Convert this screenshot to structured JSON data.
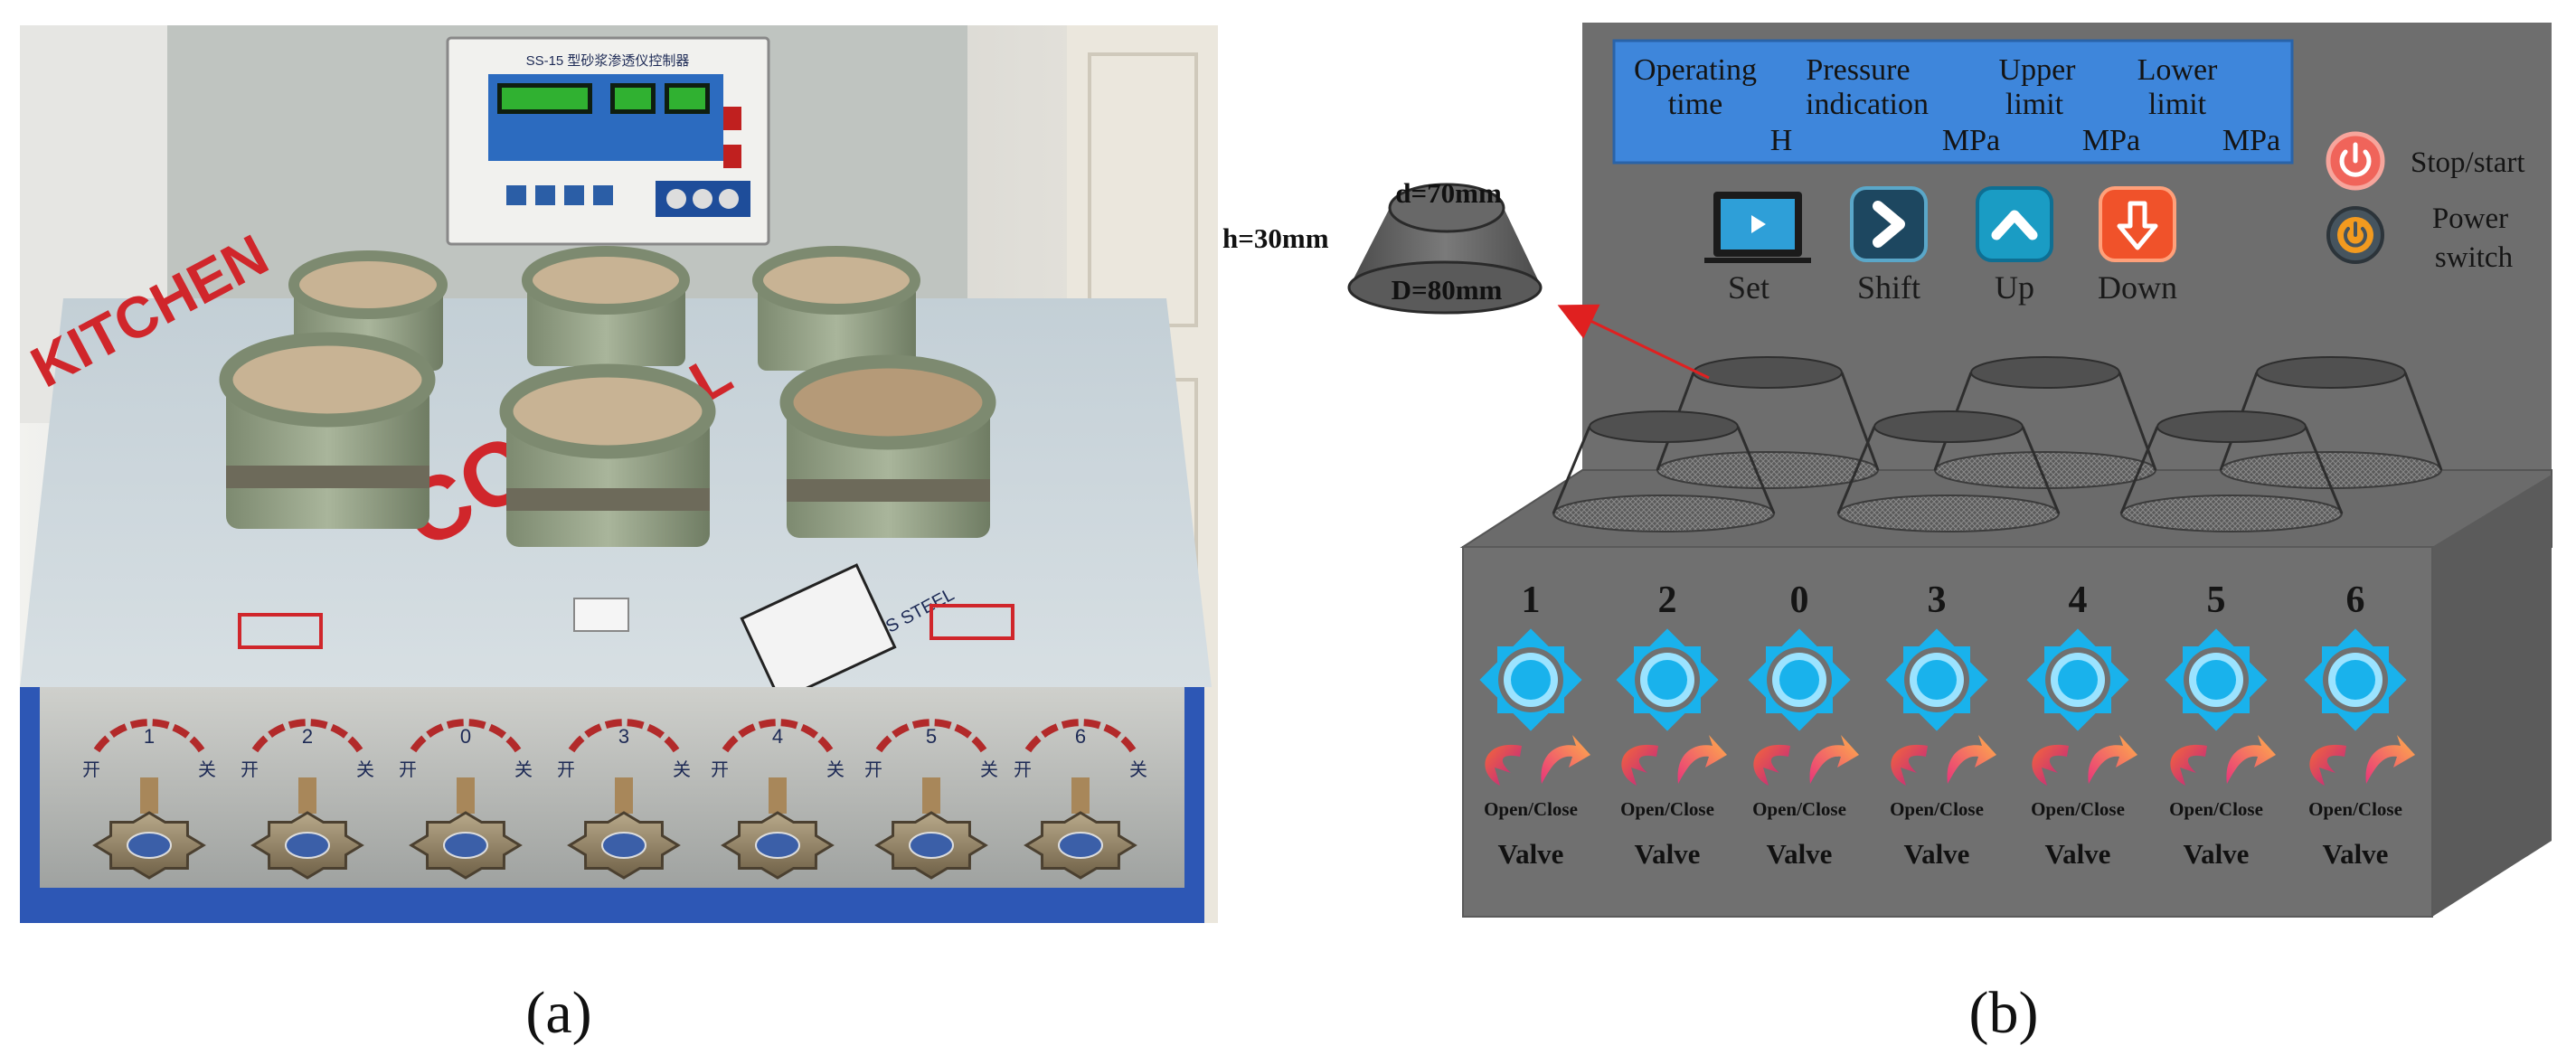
{
  "captions": {
    "a": "(a)",
    "b": "(b)"
  },
  "photo": {
    "controller_model": "SS-15 型砂浆渗透仪控制器",
    "sign_top": "KITCHEN",
    "sign_main": "CO",
    "sign_mid": "AL",
    "steel_label": "STAINLESS STEEL",
    "dial_numbers": [
      "1",
      "2",
      "0",
      "3",
      "4",
      "5",
      "6"
    ],
    "dial_left": "开",
    "dial_right": "关"
  },
  "diagram": {
    "display": {
      "col1": {
        "line1": "Operating",
        "line2": "time",
        "unit": "H"
      },
      "col2": {
        "line1": "Pressure",
        "line2": "indication",
        "unit": "MPa"
      },
      "col3": {
        "line1": "Upper",
        "line2": "limit",
        "unit": "MPa"
      },
      "col4": {
        "line1": "Lower",
        "line2": "limit",
        "unit": "MPa"
      }
    },
    "buttons": [
      {
        "label": "Set",
        "icon": "monitor-icon",
        "color": "#2e9fd8"
      },
      {
        "label": "Shift",
        "icon": "chevron-right-icon",
        "color": "#1d4760"
      },
      {
        "label": "Up",
        "icon": "chevron-up-icon",
        "color": "#1a9cc4"
      },
      {
        "label": "Down",
        "icon": "arrow-down-icon",
        "color": "#f0522a"
      }
    ],
    "switches": {
      "stop_start": "Stop/start",
      "power_line1": "Power",
      "power_line2": "switch"
    },
    "specimen": {
      "top_diameter": "d=70mm",
      "bottom_diameter": "D=80mm",
      "height": "h=30mm"
    },
    "valves": [
      {
        "number": "1",
        "caption": "Open/Close",
        "label": "Valve"
      },
      {
        "number": "2",
        "caption": "Open/Close",
        "label": "Valve"
      },
      {
        "number": "0",
        "caption": "Open/Close",
        "label": "Valve"
      },
      {
        "number": "3",
        "caption": "Open/Close",
        "label": "Valve"
      },
      {
        "number": "4",
        "caption": "Open/Close",
        "label": "Valve"
      },
      {
        "number": "5",
        "caption": "Open/Close",
        "label": "Valve"
      },
      {
        "number": "6",
        "caption": "Open/Close",
        "label": "Valve"
      }
    ],
    "colors": {
      "panel": "#6e6e6e",
      "lcd": "#3e86db",
      "valve_blue": "#19b2ec",
      "arrow_pink": "#e8357a",
      "arrow_orange": "#f5663a",
      "power_button": "#f0645a",
      "leader_arrow": "#e02020"
    }
  }
}
